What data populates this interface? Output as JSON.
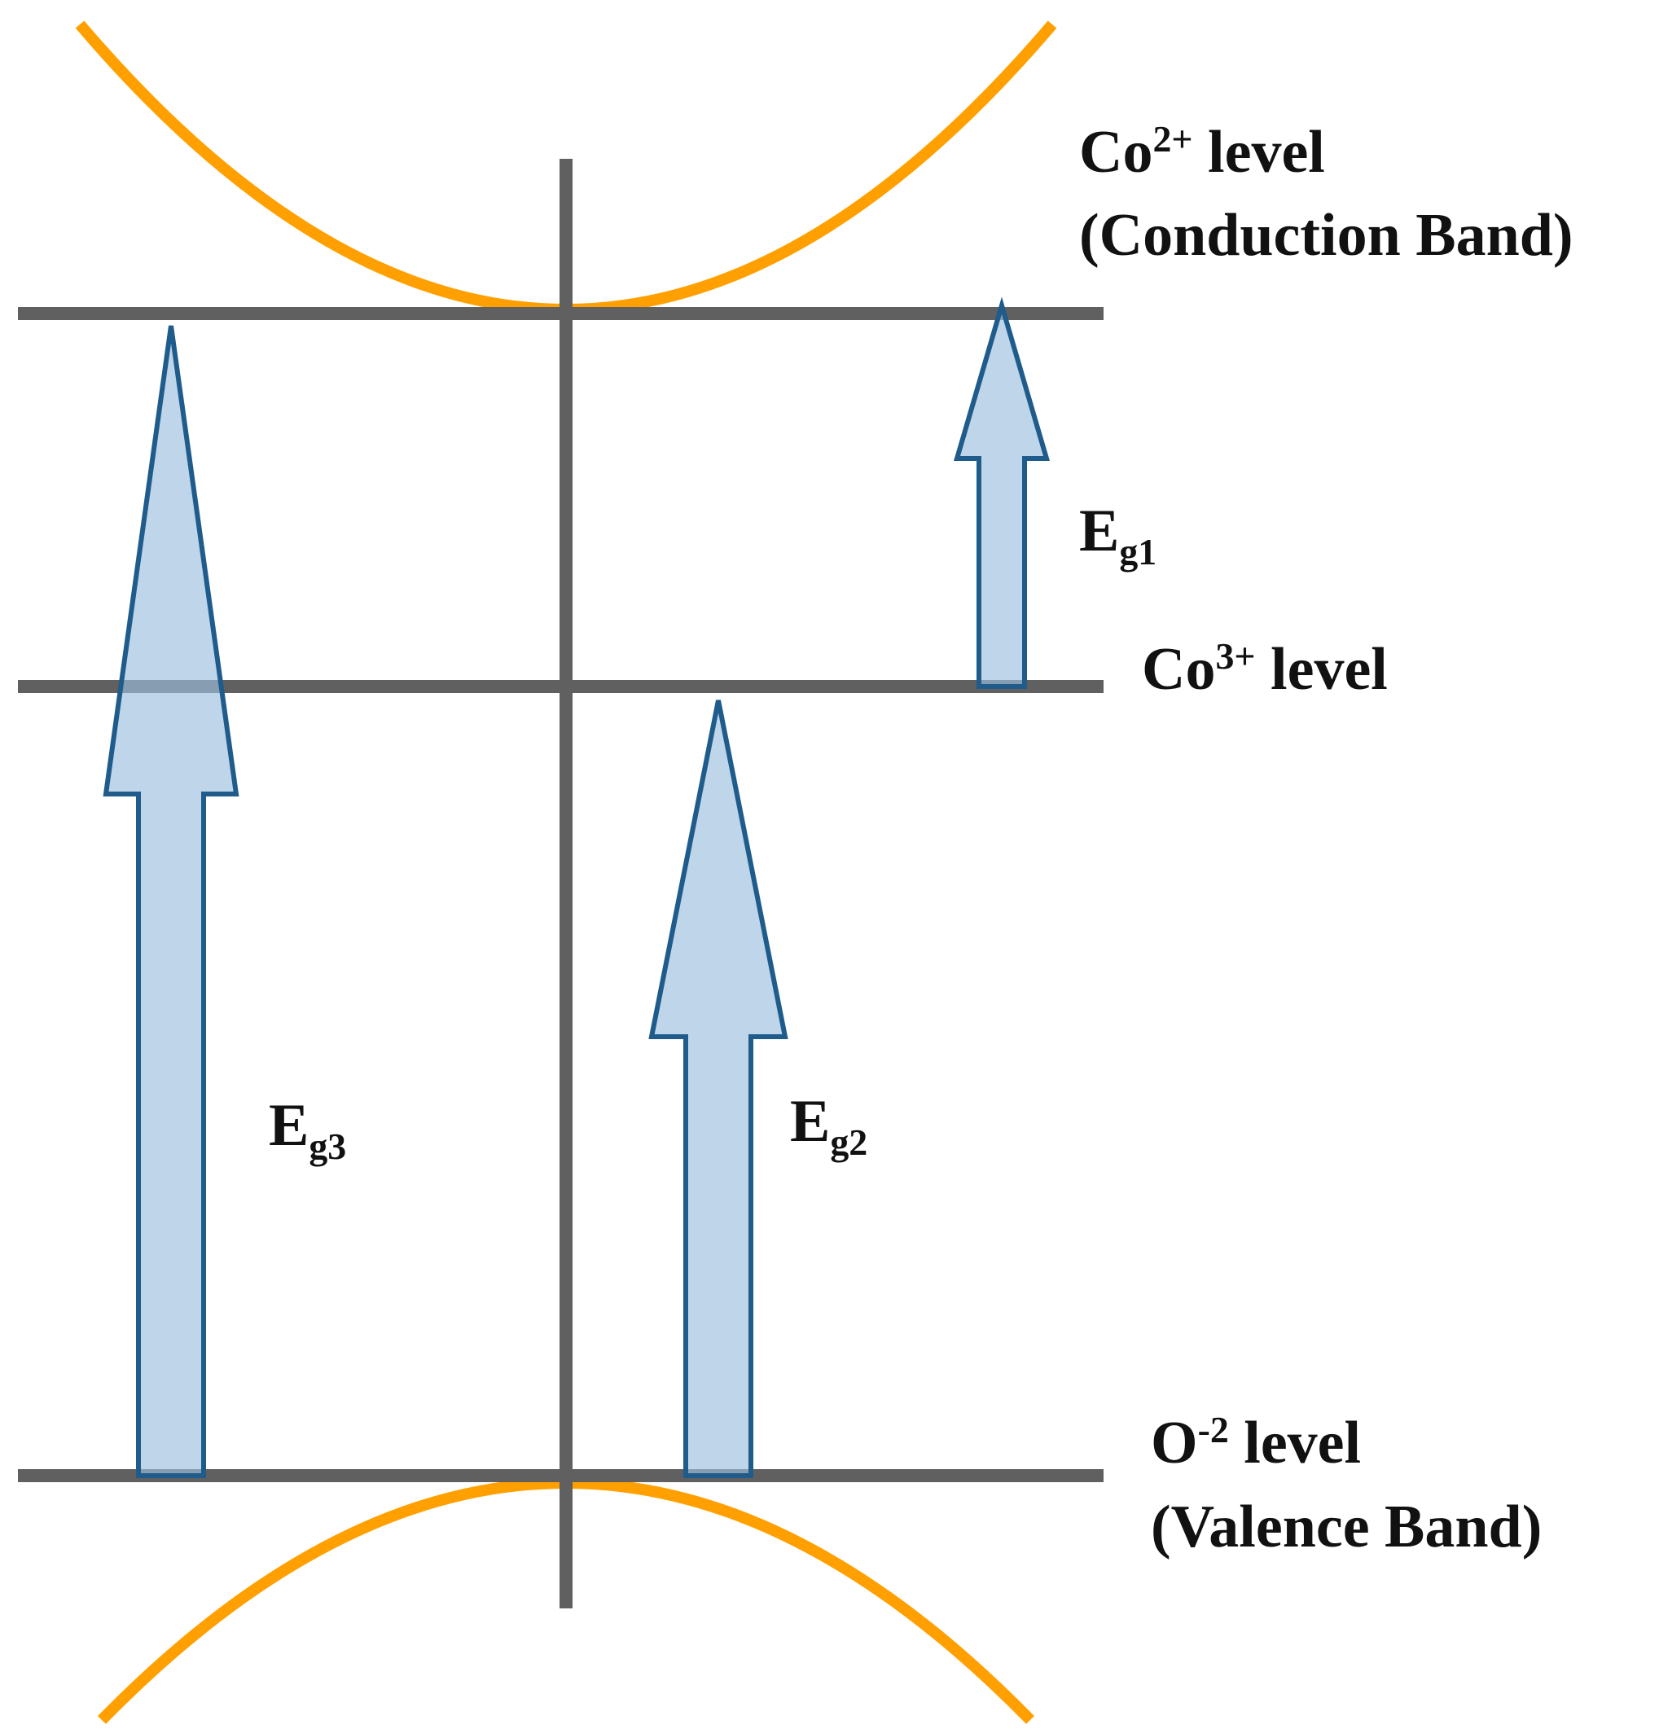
{
  "colors": {
    "band_curve": "#FFA000",
    "level_line": "#606060",
    "arrow_fill": "#BDD3E8",
    "arrow_stroke": "#1F5C8B",
    "text": "#111111"
  },
  "levels": {
    "conduction": {
      "species": "Co",
      "charge": "2+",
      "suffix": " level",
      "band": "(Conduction Band)"
    },
    "intermediate": {
      "species": "Co",
      "charge": "3+",
      "suffix": " level"
    },
    "valence": {
      "species": "O",
      "charge": "-2",
      "suffix": " level",
      "band": "(Valence Band)"
    }
  },
  "transitions": {
    "eg1": {
      "base": "E",
      "sub": "g1"
    },
    "eg2": {
      "base": "E",
      "sub": "g2"
    },
    "eg3": {
      "base": "E",
      "sub": "g3"
    }
  }
}
